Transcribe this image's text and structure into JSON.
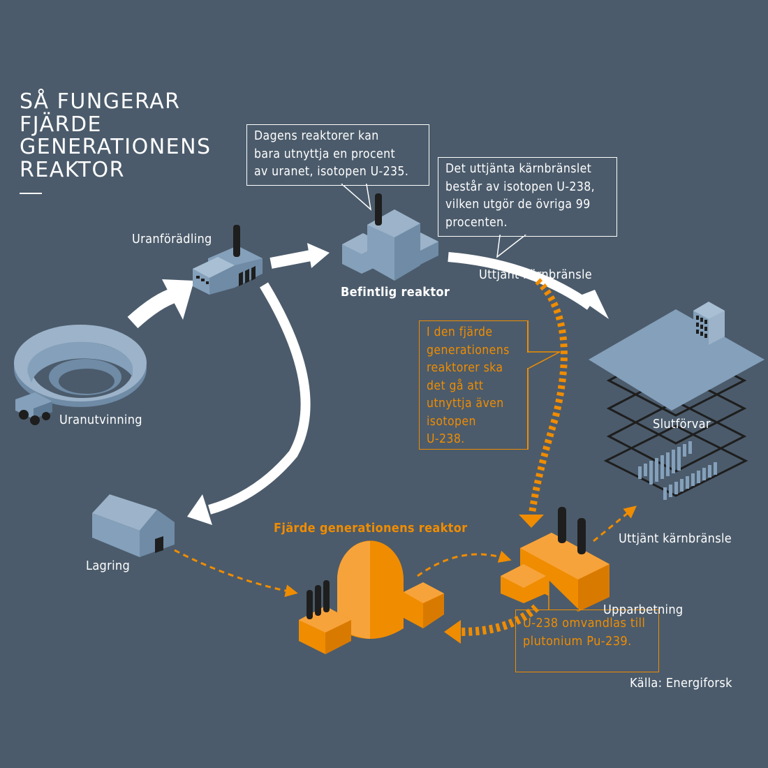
{
  "title": {
    "lines": [
      "SÅ FUNGERAR",
      "FJÄRDE",
      "GENERATIONENS",
      "REAKTOR"
    ]
  },
  "labels": {
    "uranforadling": "Uranförädling",
    "befintlig_reaktor": "Befintlig reaktor",
    "uttjant_1": "Uttjänt kärnbränsle",
    "uranutvinning": "Uranutvinning",
    "slutforvar": "Slutförvar",
    "lagring": "Lagring",
    "fjarde_reaktor": "Fjärde generationens reaktor",
    "uttjant_2": "Uttjänt kärnbränsle",
    "upparbetning": "Upparbetning",
    "source": "Källa: Energiforsk"
  },
  "callouts": {
    "dagens": [
      "Dagens reaktorer kan",
      "bara utnyttja en procent",
      "av uranet, isotopen U-235."
    ],
    "uttjanta": [
      "Det uttjänta kärnbränslet",
      "består av isotopen U-238,",
      "vilken utgör de övriga 99",
      "procenten."
    ],
    "fjarde": [
      "I den fjärde",
      "generationens",
      "reaktorer ska",
      "det gå att",
      "utnyttja även",
      "isotopen",
      "U-238."
    ],
    "omvandlas": [
      "U-238 omvandlas till",
      "plutonium Pu-239."
    ]
  },
  "colors": {
    "background": "#4b5b6b",
    "building_blue": "#84a0ba",
    "accent_orange": "#f08c00",
    "arrow_white": "#ffffff",
    "chimney": "#1e1e1e"
  }
}
